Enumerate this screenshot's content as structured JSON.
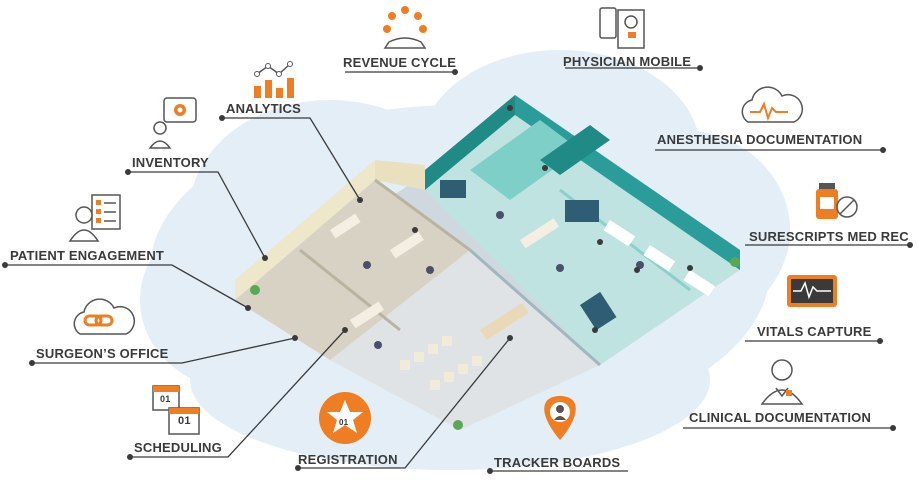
{
  "labels": {
    "revenue_cycle": "REVENUE CYCLE",
    "physician_mobile": "PHYSICIAN MOBILE",
    "analytics": "ANALYTICS",
    "anesthesia_documentation": "ANESTHESIA DOCUMENTATION",
    "inventory": "INVENTORY",
    "surescripts_med_rec": "SURESCRIPTS MED REC",
    "patient_engagement": "PATIENT ENGAGEMENT",
    "vitals_capture": "VITALS CAPTURE",
    "surgeons_office": "SURGEON’S OFFICE",
    "clinical_documentation": "CLINICAL DOCUMENTATION",
    "scheduling": "SCHEDULING",
    "registration": "REGISTRATION",
    "tracker_boards": "TRACKER BOARDS"
  },
  "badges": {
    "registration_date": "01",
    "scheduling_date": "01"
  },
  "colors": {
    "accent_orange": "#ef7d22",
    "teal": "#2a9d9a",
    "cloud": "#e3eef7",
    "line": "#3a3a3a",
    "text": "#3a3a3a"
  },
  "icons": {
    "revenue_cycle": "revenue-cycle-icon",
    "physician_mobile": "physician-mobile-icon",
    "analytics": "analytics-icon",
    "anesthesia_documentation": "anesthesia-cloud-icon",
    "inventory": "inventory-icon",
    "surescripts_med_rec": "pill-bottle-icon",
    "patient_engagement": "patient-checklist-icon",
    "vitals_capture": "vitals-monitor-icon",
    "surgeons_office": "cloud-link-icon",
    "clinical_documentation": "clinician-icon",
    "scheduling": "calendar-icon",
    "registration": "registration-star-icon",
    "tracker_boards": "location-pin-icon"
  }
}
